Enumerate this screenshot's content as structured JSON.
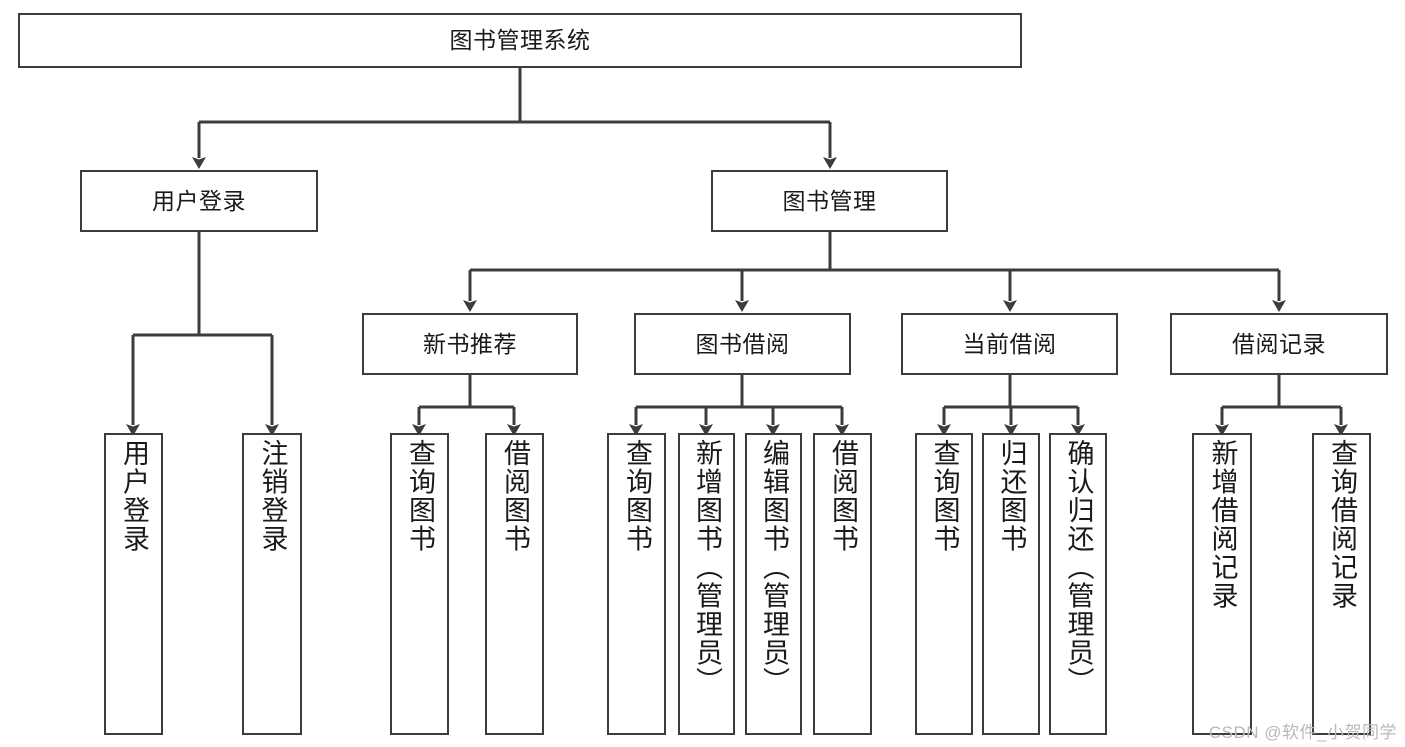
{
  "diagram": {
    "title": "图书管理系统",
    "type": "functional-decomposition-tree",
    "watermark": "CSDN @软件_小贺同学",
    "colors": {
      "stroke": "#3c3c3c",
      "fill": "#ffffff",
      "text": "#1a1a1a",
      "watermark": "#b9b9b9"
    },
    "levels": {
      "root": {
        "label": "图书管理系统"
      },
      "level2": [
        {
          "id": "n-user-login",
          "label": "用户登录"
        },
        {
          "id": "n-book-manage",
          "label": "图书管理"
        }
      ],
      "level3": [
        {
          "id": "n-new-book-rec",
          "label": "新书推荐"
        },
        {
          "id": "n-book-borrow",
          "label": "图书借阅"
        },
        {
          "id": "n-current-borrow",
          "label": "当前借阅"
        },
        {
          "id": "n-borrow-record",
          "label": "借阅记录"
        }
      ],
      "leaves": [
        {
          "id": "l-user-login",
          "label": "用户登录",
          "parent": "n-user-login"
        },
        {
          "id": "l-logout",
          "label": "注销登录",
          "parent": "n-user-login"
        },
        {
          "id": "l-query-book-1",
          "label": "查询图书",
          "parent": "n-new-book-rec"
        },
        {
          "id": "l-borrow-book-1",
          "label": "借阅图书",
          "parent": "n-new-book-rec"
        },
        {
          "id": "l-query-book-2",
          "label": "查询图书",
          "parent": "n-book-borrow"
        },
        {
          "id": "l-add-book",
          "label": "新增图书（管理员）",
          "parent": "n-book-borrow"
        },
        {
          "id": "l-edit-book",
          "label": "编辑图书（管理员）",
          "parent": "n-book-borrow"
        },
        {
          "id": "l-borrow-book-2",
          "label": "借阅图书",
          "parent": "n-book-borrow"
        },
        {
          "id": "l-query-book-3",
          "label": "查询图书",
          "parent": "n-current-borrow"
        },
        {
          "id": "l-return-book",
          "label": "归还图书",
          "parent": "n-current-borrow"
        },
        {
          "id": "l-confirm-return",
          "label": "确认归还（管理员）",
          "parent": "n-current-borrow"
        },
        {
          "id": "l-add-record",
          "label": "新增借阅记录",
          "parent": "n-borrow-record"
        },
        {
          "id": "l-query-record",
          "label": "查询借阅记录",
          "parent": "n-borrow-record"
        }
      ]
    }
  }
}
